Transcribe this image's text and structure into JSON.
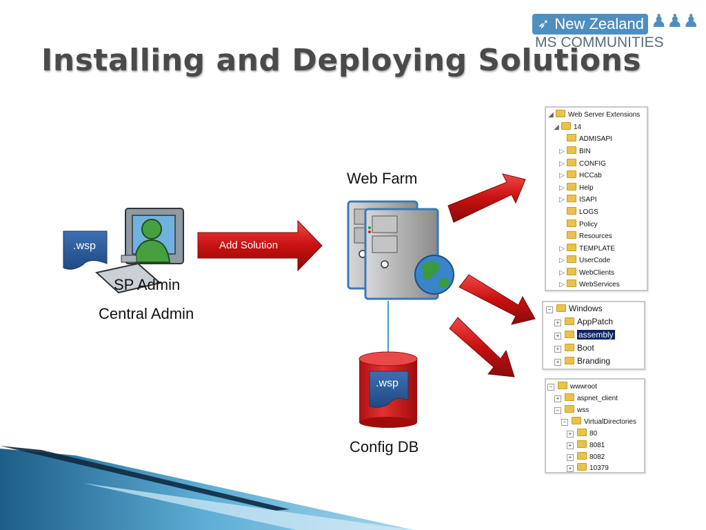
{
  "title": "Installing and Deploying Solutions",
  "logo": {
    "line1": "New Zealand",
    "line2": "MS COMMUNITIES"
  },
  "diagram": {
    "wsp_doc": ".wsp",
    "sp_admin": "SP Admin",
    "central_admin": "Central Admin",
    "add_solution": "Add Solution",
    "web_farm": "Web Farm",
    "config_db": "Config DB",
    "db_wsp": ".wsp"
  },
  "colors": {
    "arrow_red": "#cc1111",
    "tree_folder": "#e9c24b",
    "db_red": "#d41a1a",
    "doc_blue": "#2b5b9a"
  },
  "trees": {
    "web_server_extensions": [
      {
        "label": "Web Server Extensions",
        "depth": 0,
        "exp": "◢"
      },
      {
        "label": "14",
        "depth": 1,
        "exp": "◢"
      },
      {
        "label": "ADMISAPI",
        "depth": 2,
        "exp": ""
      },
      {
        "label": "BIN",
        "depth": 2,
        "exp": "▷"
      },
      {
        "label": "CONFIG",
        "depth": 2,
        "exp": "▷"
      },
      {
        "label": "HCCab",
        "depth": 2,
        "exp": "▷"
      },
      {
        "label": "Help",
        "depth": 2,
        "exp": "▷"
      },
      {
        "label": "ISAPI",
        "depth": 2,
        "exp": "▷"
      },
      {
        "label": "LOGS",
        "depth": 2,
        "exp": ""
      },
      {
        "label": "Policy",
        "depth": 2,
        "exp": ""
      },
      {
        "label": "Resources",
        "depth": 2,
        "exp": ""
      },
      {
        "label": "TEMPLATE",
        "depth": 2,
        "exp": "▷"
      },
      {
        "label": "UserCode",
        "depth": 2,
        "exp": "▷"
      },
      {
        "label": "WebClients",
        "depth": 2,
        "exp": "▷"
      },
      {
        "label": "WebServices",
        "depth": 2,
        "exp": "▷"
      }
    ],
    "windows": [
      {
        "label": "Windows",
        "depth": 0,
        "exp": "−"
      },
      {
        "label": "AppPatch",
        "depth": 1,
        "exp": "+"
      },
      {
        "label": "assembly",
        "depth": 1,
        "exp": "+",
        "selected": true
      },
      {
        "label": "Boot",
        "depth": 1,
        "exp": "+"
      },
      {
        "label": "Branding",
        "depth": 1,
        "exp": "+"
      }
    ],
    "wwwroot": [
      {
        "label": "wwwroot",
        "depth": 0,
        "exp": "−"
      },
      {
        "label": "aspnet_client",
        "depth": 1,
        "exp": "+"
      },
      {
        "label": "wss",
        "depth": 1,
        "exp": "−"
      },
      {
        "label": "VirtualDirectories",
        "depth": 2,
        "exp": "−"
      },
      {
        "label": "80",
        "depth": 3,
        "exp": "+"
      },
      {
        "label": "8081",
        "depth": 3,
        "exp": "+"
      },
      {
        "label": "8082",
        "depth": 3,
        "exp": "+"
      },
      {
        "label": "10379",
        "depth": 3,
        "exp": "+"
      }
    ]
  }
}
